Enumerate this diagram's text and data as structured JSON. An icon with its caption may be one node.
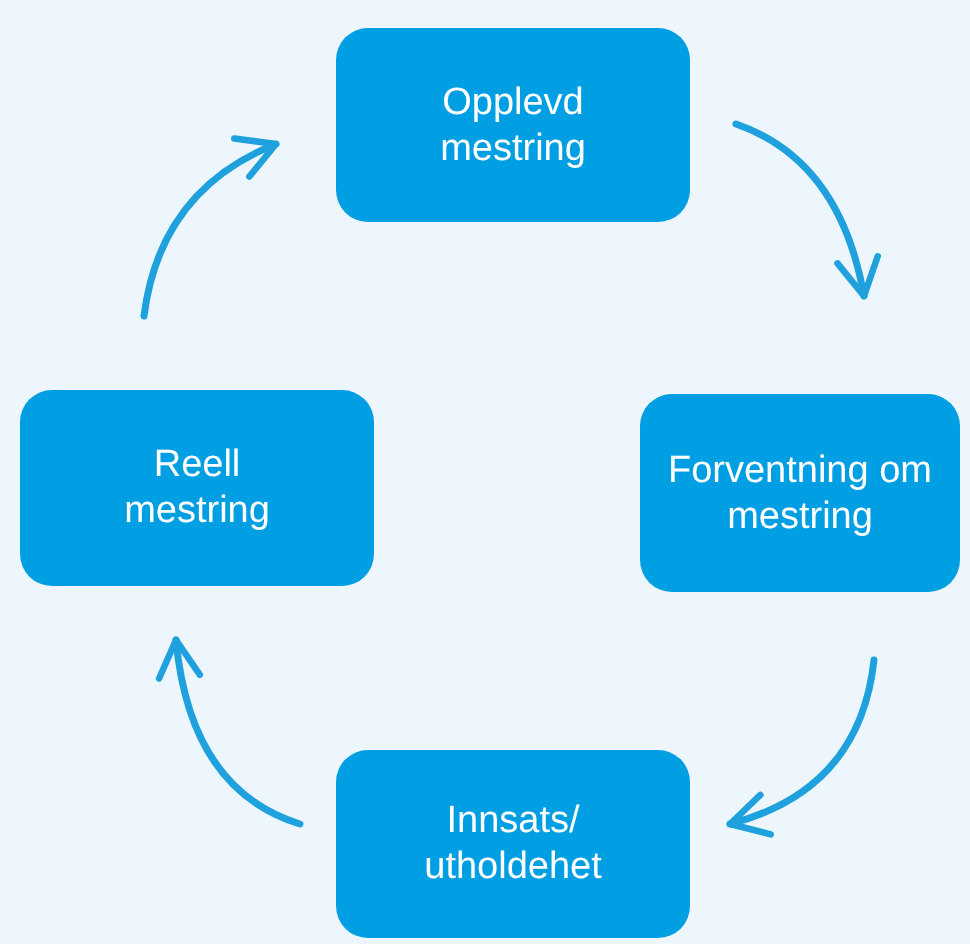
{
  "diagram": {
    "nodes": [
      {
        "text": [
          "Opplevd mestring"
        ]
      },
      {
        "text": [
          "Forventning om mestring"
        ]
      },
      {
        "text": [
          "Innsats/ utholdehet"
        ]
      },
      {
        "text": [
          "Reell mestring"
        ]
      }
    ],
    "edges": [
      {
        "from": 0,
        "to": 1,
        "arrow": "to"
      },
      {
        "from": 1,
        "to": 2,
        "arrow": "to"
      },
      {
        "from": 2,
        "to": 3,
        "arrow": "to"
      },
      {
        "from": 3,
        "to": 0,
        "arrow": "to"
      }
    ]
  }
}
